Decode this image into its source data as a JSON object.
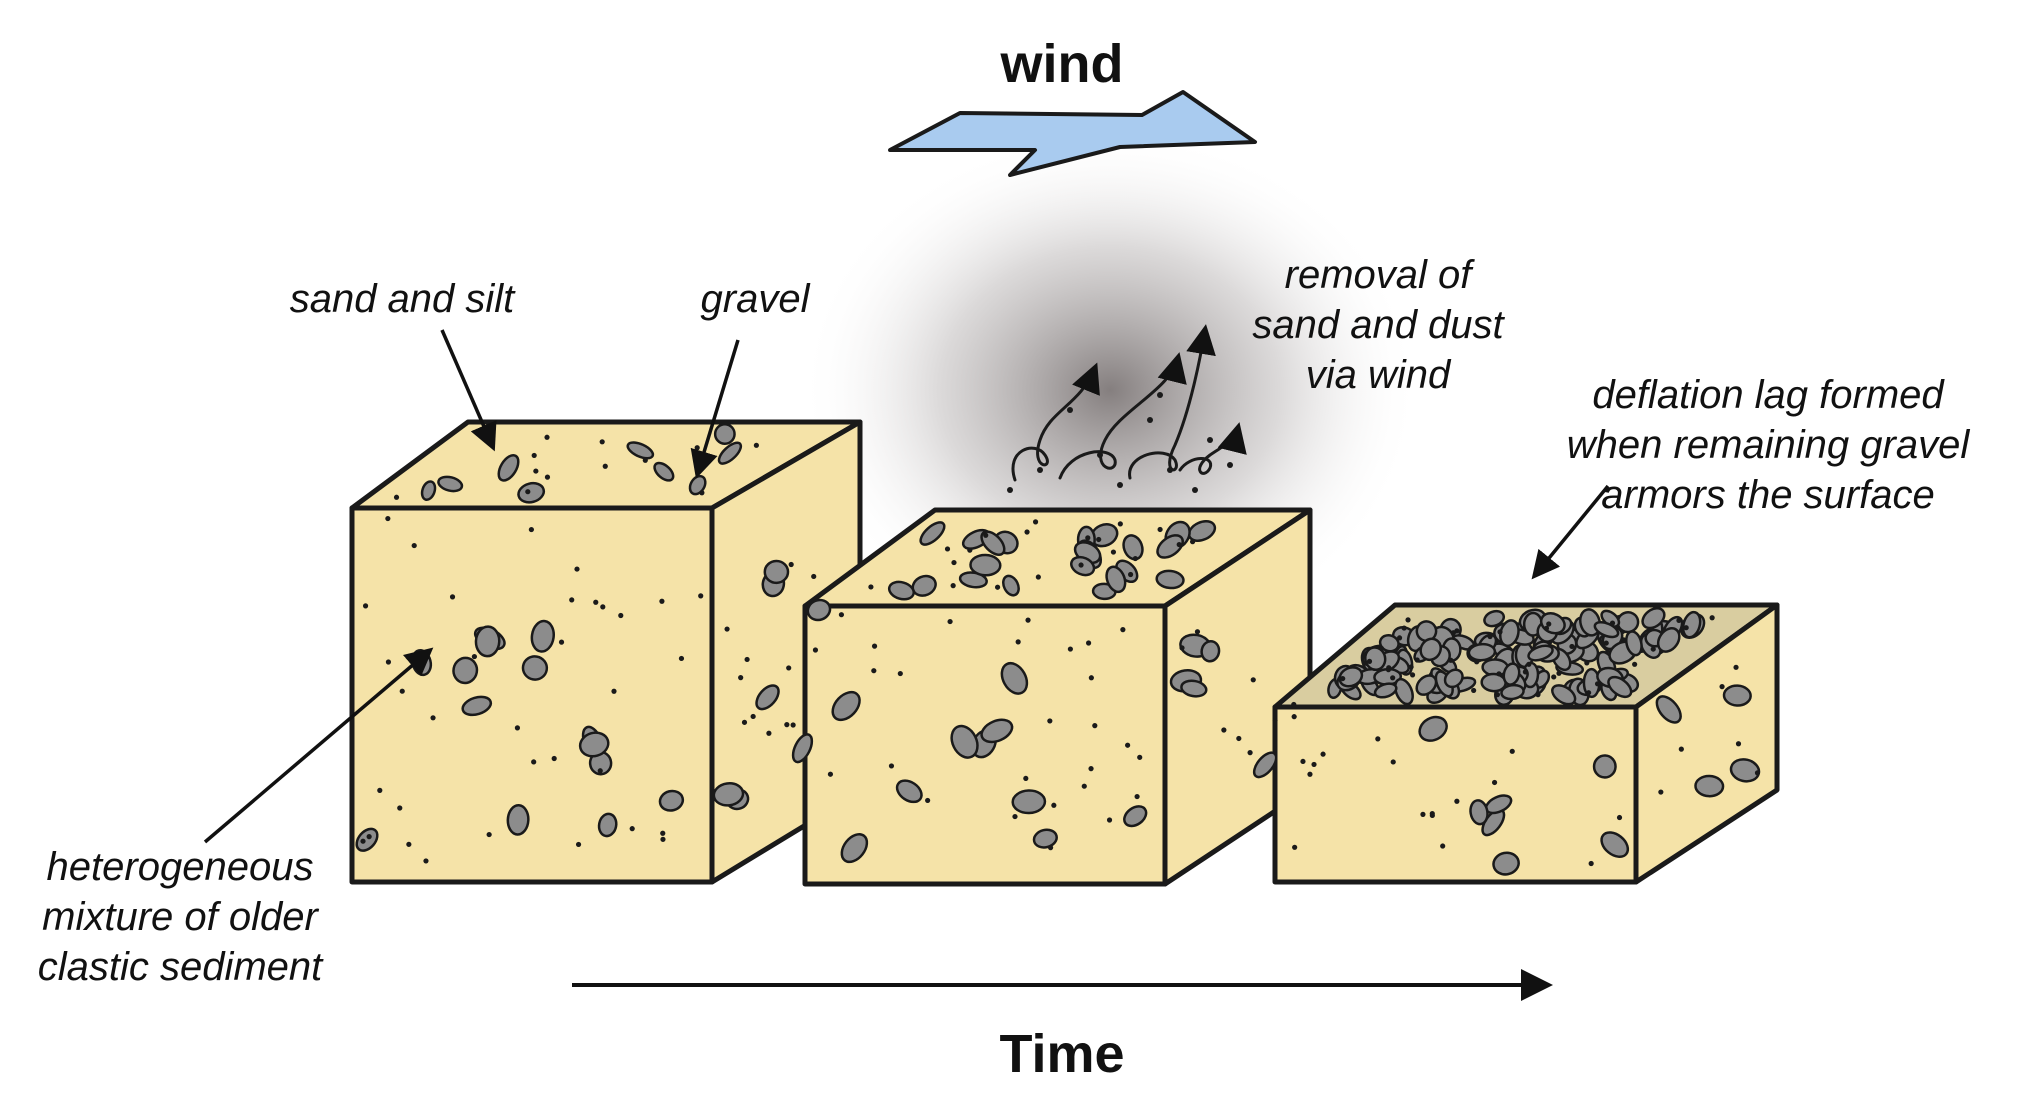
{
  "title": "wind",
  "time_label": "Time",
  "labels": {
    "sand_silt": "sand and silt",
    "gravel": "gravel",
    "heterogeneous": [
      "heterogeneous",
      "mixture of older",
      "clastic sediment"
    ],
    "removal": [
      "removal of",
      "sand and dust",
      "via wind"
    ],
    "deflation": [
      "deflation lag formed",
      "when remaining gravel",
      "armors the surface"
    ]
  },
  "colors": {
    "sediment": "#F5E3A8",
    "gravel": "#8C8C8C",
    "arrow_fill": "#A9CBEF",
    "outline": "#1a1a1a",
    "dust": "#8a8585"
  }
}
